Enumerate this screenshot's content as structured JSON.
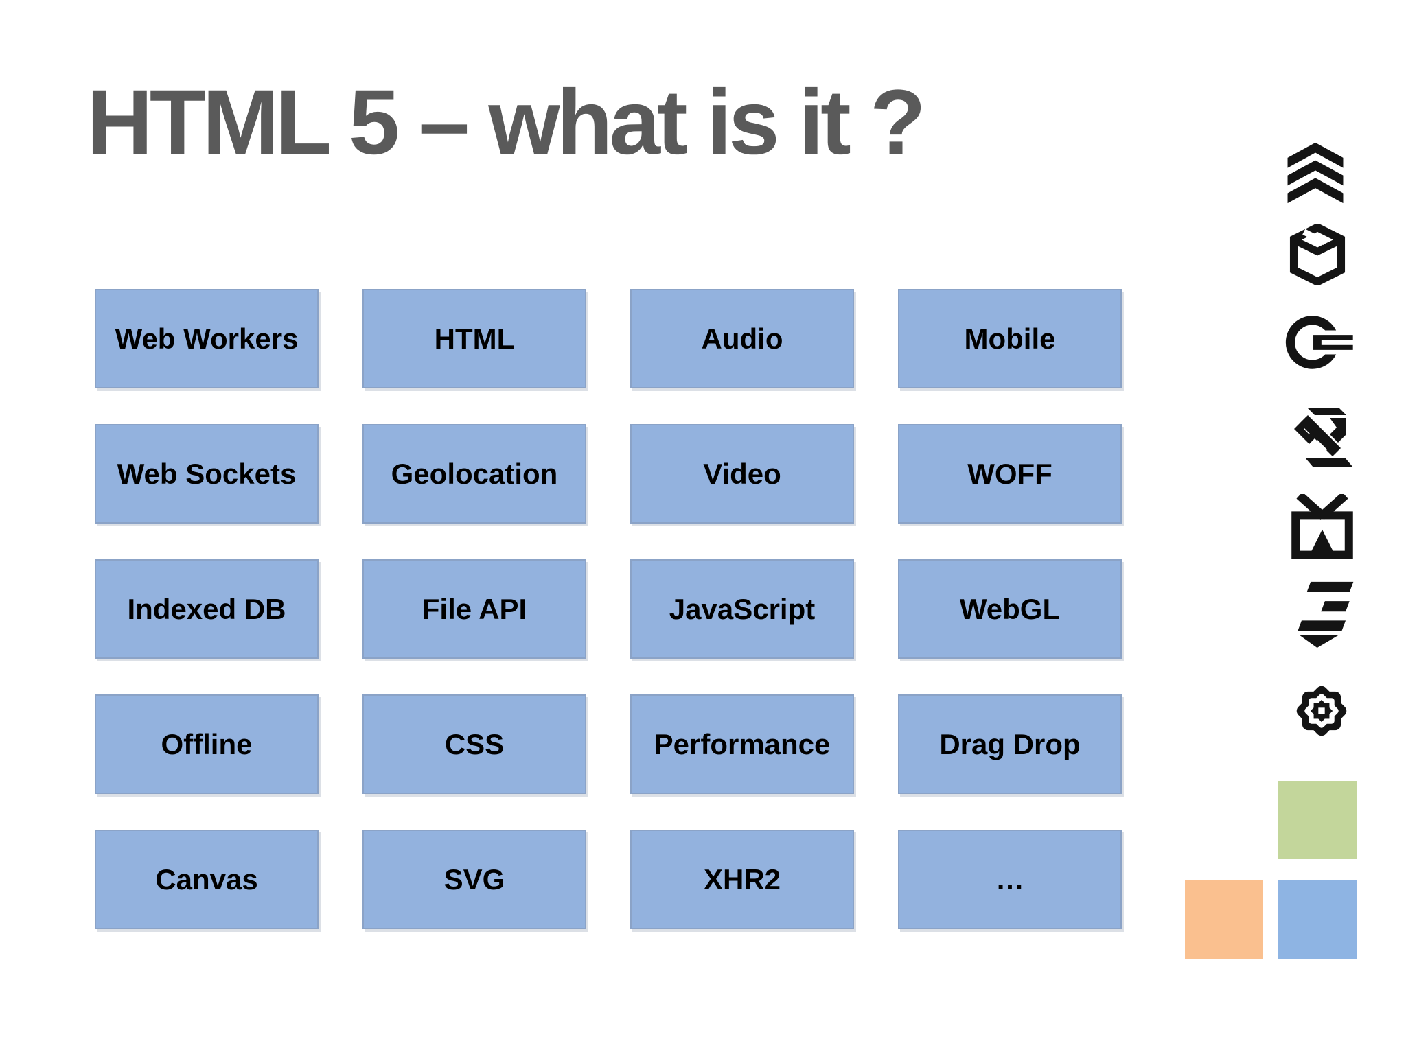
{
  "slide": {
    "title": "HTML 5 – what is it ?"
  },
  "grid": {
    "rows": [
      [
        "Web Workers",
        "HTML",
        "Audio",
        "Mobile"
      ],
      [
        "Web Sockets",
        "Geolocation",
        "Video",
        "WOFF"
      ],
      [
        "Indexed DB",
        "File API",
        "JavaScript",
        "WebGL"
      ],
      [
        "Offline",
        "CSS",
        "Performance",
        "Drag Drop"
      ],
      [
        "Canvas",
        "SVG",
        "XHR2",
        "…"
      ]
    ]
  },
  "icon_rail": {
    "icons": [
      "semantics-icon",
      "offline-storage-icon",
      "device-access-icon",
      "connectivity-icon",
      "multimedia-icon",
      "css3-styling-icon",
      "graphics-effects-icon"
    ]
  },
  "decor": {
    "squares": [
      {
        "name": "green-square",
        "color": "#c3d69b"
      },
      {
        "name": "orange-square",
        "color": "#fac08f"
      },
      {
        "name": "blue-square",
        "color": "#8eb4e3"
      }
    ]
  },
  "colors": {
    "background": "#ffffff",
    "title_text": "#5a5a5a",
    "box_fill": "#93b2de",
    "box_border": "#8ba3c7",
    "box_text": "#000000",
    "icon": "#141414"
  }
}
